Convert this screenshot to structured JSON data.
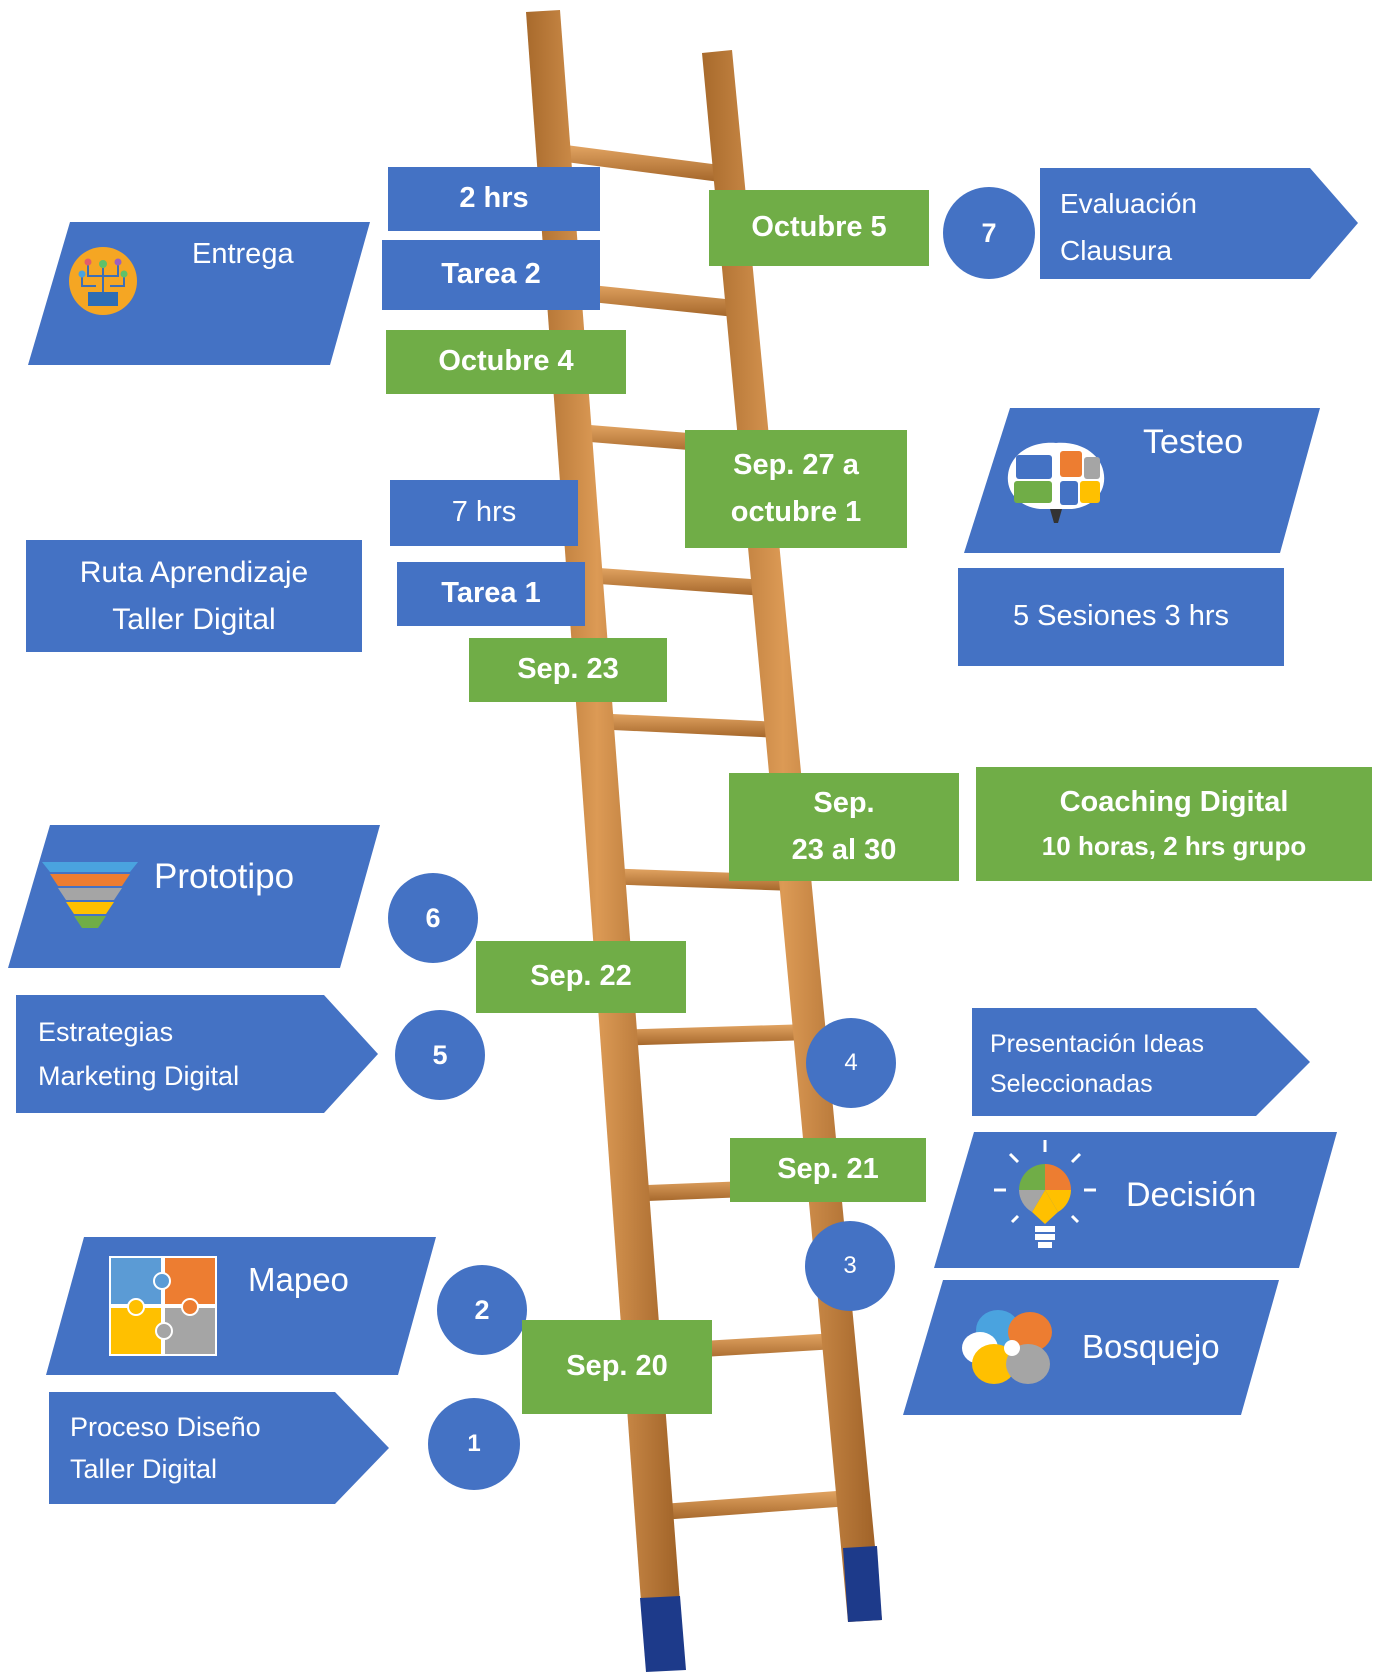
{
  "steps": [
    {
      "number": "1",
      "label_line1": "Proceso Diseño",
      "label_line2": "Taller Digital",
      "date": "Sep. 20"
    },
    {
      "number": "2",
      "label": "Mapeo",
      "icon": "puzzle-icon"
    },
    {
      "number": "3",
      "label_a": "Bosquejo",
      "label_b": "Decisión",
      "date": "Sep. 21",
      "icon_a": "flower-icon",
      "icon_b": "lightbulb-icon"
    },
    {
      "number": "4",
      "label_line1": "Presentación Ideas",
      "label_line2": "Seleccionadas"
    },
    {
      "number": "5",
      "label_line1": "Estrategias",
      "label_line2": "Marketing Digital",
      "date": "Sep. 22"
    },
    {
      "number": "6",
      "label": "Prototipo",
      "icon": "funnel-icon"
    },
    {
      "number": "7",
      "label_line1": "Evaluación",
      "label_line2": "Clausura",
      "date": "Octubre 5"
    }
  ],
  "coaching": {
    "date_line1": "Sep.",
    "date_line2": "23 al 30",
    "title": "Coaching Digital",
    "detail": "10 horas, 2 hrs grupo"
  },
  "route": {
    "title_line1": "Ruta Aprendizaje",
    "title_line2": "Taller Digital",
    "task": "Tarea 1",
    "hours": "7 hrs",
    "date": "Sep. 23"
  },
  "testing": {
    "date_line1": "Sep. 27 a",
    "date_line2": "octubre 1",
    "label": "Testeo",
    "sessions": "5 Sesiones 3 hrs",
    "icon": "brain-icon"
  },
  "delivery": {
    "label": "Entrega",
    "task": "Tarea 2",
    "hours": "2 hrs",
    "date": "Octubre 4",
    "icon": "network-icon"
  },
  "colors": {
    "blue": "#4472c4",
    "green": "#70ad47",
    "ladder_wood": "#c8843f",
    "ladder_foot": "#1d3a8a"
  }
}
